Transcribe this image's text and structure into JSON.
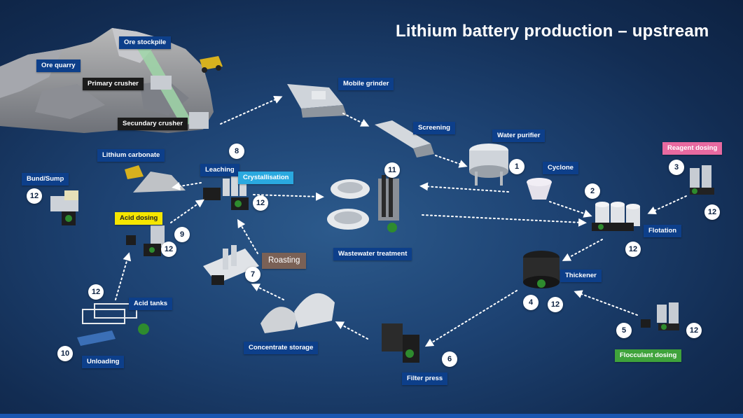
{
  "title": "Lithium battery production – upstream",
  "labels": {
    "ore_stockpile": "Ore stockpile",
    "ore_quarry": "Ore quarry",
    "primary_crusher": "Primary crusher",
    "secundary_crusher": "Secundary crusher",
    "mobile_grinder": "Mobile grinder",
    "screening": "Screening",
    "water_purifier": "Water purifier",
    "cyclone": "Cyclone",
    "reagent_dosing": "Reagent dosing",
    "lithium_carbonate": "Lithium carbonate",
    "leaching": "Leaching",
    "crystallisation": "Crystallisation",
    "bund_sump": "Bund/Sump",
    "acid_dosing": "Acid dosing",
    "flotation": "Flotation",
    "wastewater_treatment": "Wastewater treatment",
    "roasting": "Roasting",
    "thickener": "Thickener",
    "acid_tanks": "Acid tanks",
    "concentrate_storage": "Concentrate storage",
    "unloading": "Unloading",
    "filter_press": "Filter press",
    "flocculant_dosing": "Flocculant dosing"
  },
  "markers": {
    "m8": "8",
    "m11": "11",
    "m1": "1",
    "m3": "3",
    "m2": "2",
    "m12_bund": "12",
    "m12_crystal": "12",
    "m12_reagent": "12",
    "m9": "9",
    "m12_acid": "12",
    "m12_flotation": "12",
    "m7": "7",
    "m12_acidtanks": "12",
    "m4": "4",
    "m12_thickener": "12",
    "m5": "5",
    "m12_flocculant": "12",
    "m10": "10",
    "m6": "6"
  },
  "colors": {
    "background": "#1d4272",
    "navy_label": "#0d3f8a",
    "dark_label": "#1b1b1b",
    "pink_label": "#e86aa0",
    "yellow_label": "#f5e600",
    "cyan_label": "#2aa9e0",
    "brown_label": "#7a6156",
    "green_label": "#3fa33b",
    "pump_green": "#2e8b2e"
  }
}
